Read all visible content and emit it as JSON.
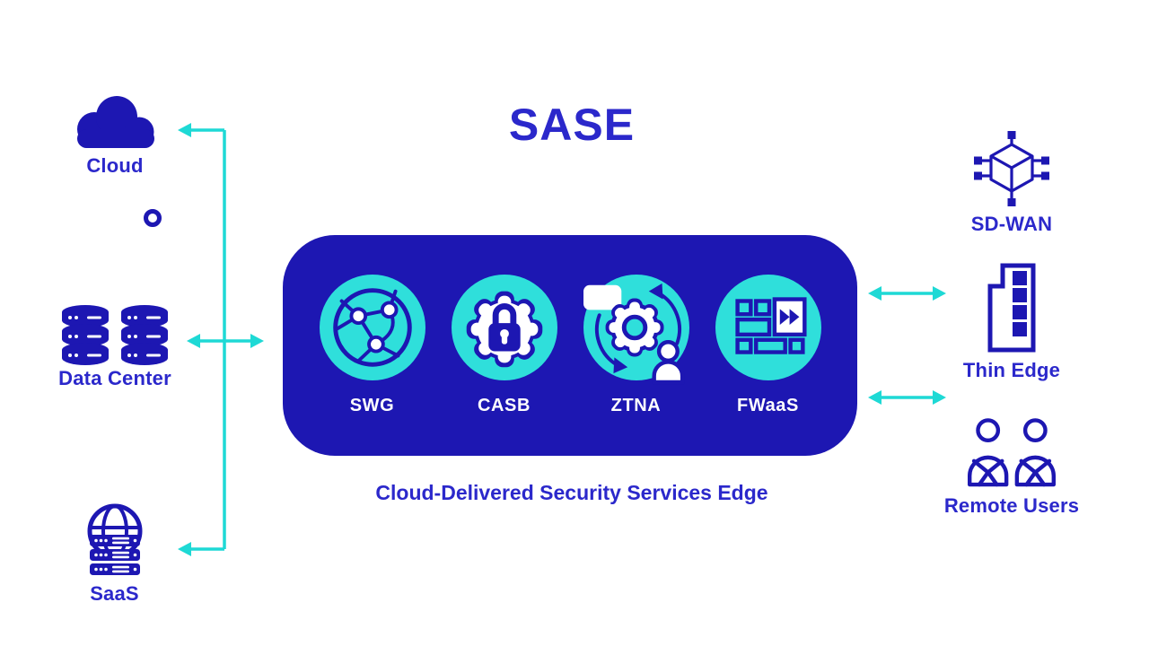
{
  "title": "SASE",
  "caption": "Cloud-Delivered Security Services Edge",
  "colors": {
    "shape_blue": "#1d17b2",
    "text_blue": "#2b28cb",
    "cyan": "#2fdfdb",
    "arrow_cyan": "#1ed9d5",
    "bg": "#ffffff",
    "white": "#ffffff"
  },
  "left_nodes": [
    {
      "label": "Cloud",
      "icon": "cloud-icon"
    },
    {
      "label": "Data Center",
      "icon": "database-icon"
    },
    {
      "label": "SaaS",
      "icon": "globe-server-icon"
    }
  ],
  "services": [
    {
      "label": "SWG",
      "icon": "globe-network-icon"
    },
    {
      "label": "CASB",
      "icon": "gear-lock-icon"
    },
    {
      "label": "ZTNA",
      "icon": "gear-sync-user-icon"
    },
    {
      "label": "FWaaS",
      "icon": "firewall-fastforward-icon"
    }
  ],
  "right_nodes": [
    {
      "label": "SD-WAN",
      "icon": "cube-network-icon"
    },
    {
      "label": "Thin Edge",
      "icon": "building-icon"
    },
    {
      "label": "Remote Users",
      "icon": "remote-users-icon"
    }
  ]
}
